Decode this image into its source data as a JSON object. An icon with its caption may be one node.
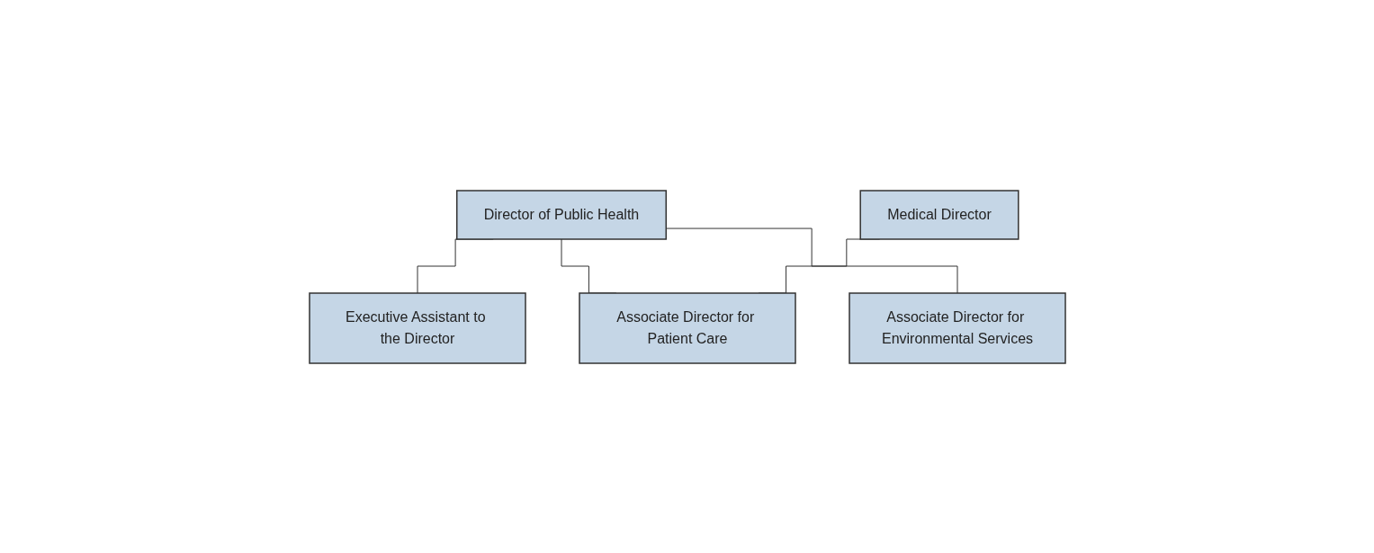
{
  "diagram": {
    "nodes": [
      {
        "text": [
          "Director of Public Health"
        ]
      },
      {
        "text": [
          "Executive Assistant to the Director"
        ]
      },
      {
        "text": [
          "Medical Director"
        ]
      },
      {
        "text": [
          "Associate Director for Patient Care"
        ]
      },
      {
        "text": [
          "Associate Director for Environmental Services"
        ]
      }
    ],
    "edges": [
      {
        "from": 0,
        "to": 1,
        "arrow": "none"
      },
      {
        "from": 0,
        "to": 3,
        "arrow": "none"
      },
      {
        "from": 0,
        "to": 4,
        "arrow": "none"
      },
      {
        "from": 2,
        "to": 3,
        "arrow": "none"
      }
    ]
  }
}
